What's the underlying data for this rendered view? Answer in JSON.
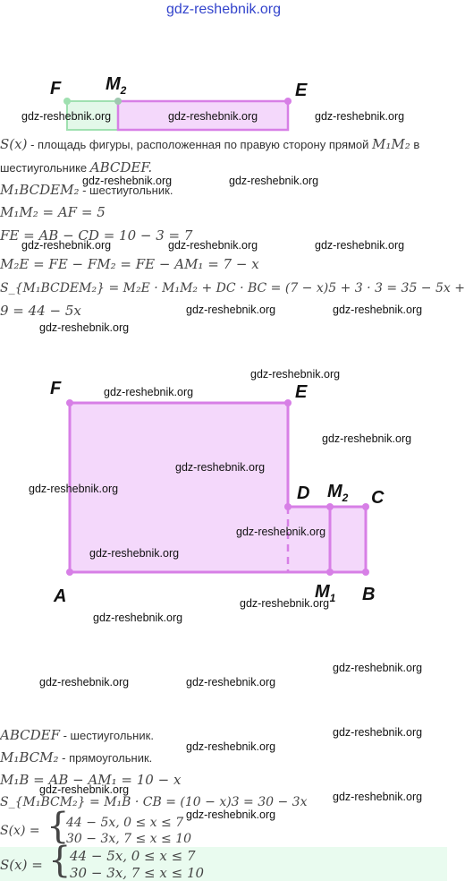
{
  "site": "gdz-reshebnik.org",
  "watermark": "gdz-reshebnik.org",
  "figure1": {
    "labels": {
      "F": "F",
      "M": "M",
      "sub2": "2",
      "E": "E"
    }
  },
  "text1": {
    "l1_a": "S(x)",
    "l1_b": " - площадь фигуры, расположенная по правую сторону прямой ",
    "l1_c": "M₁M₂",
    "l1_d": " в",
    "l2_a": "шестиугольнике ",
    "l2_b": "ABCDEF.",
    "l3_a": "M₁BCDEM₂",
    "l3_b": " - шестиугольник.",
    "l4": "M₁M₂ = AF = 5",
    "l5": "FE = AB − CD = 10 − 3 = 7",
    "l6": "M₂E = FE − FM₂ = FE − AM₁ = 7 − x",
    "l7": "S_{M₁BCDEM₂} = M₂E · M₁M₂ + DC · BC = (7 − x)5 + 3 · 3 = 35 − 5x +",
    "l8": "9 = 44 − 5x"
  },
  "figure2": {
    "labels": {
      "F": "F",
      "E": "E",
      "D": "D",
      "M": "M",
      "sub2": "2",
      "sub1": "1",
      "C": "C",
      "A": "A",
      "B": "B"
    }
  },
  "text2": {
    "l1_a": "ABCDEF",
    "l1_b": " - шестиугольник.",
    "l2_a": "M₁BCM₂",
    "l2_b": " - прямоугольник.",
    "l3": "M₁B = AB − AM₁ = 10 − x",
    "l4": "S_{M₁BCM₂} = M₁B · CB = (10 − x)3 = 30 − 3x",
    "piece_lhs": "S(x) =",
    "piece1": "44 − 5x,  0  ≤  x  ≤  7",
    "piece2": "30 − 3x,  7  ≤  x  ≤  10"
  },
  "colors": {
    "pink_fill": "#f4d8fb",
    "pink_stroke": "#d77fe6",
    "green_fill": "#e3f8e9",
    "green_stroke": "#9fe0b0",
    "highlight": "#e9fbef"
  }
}
